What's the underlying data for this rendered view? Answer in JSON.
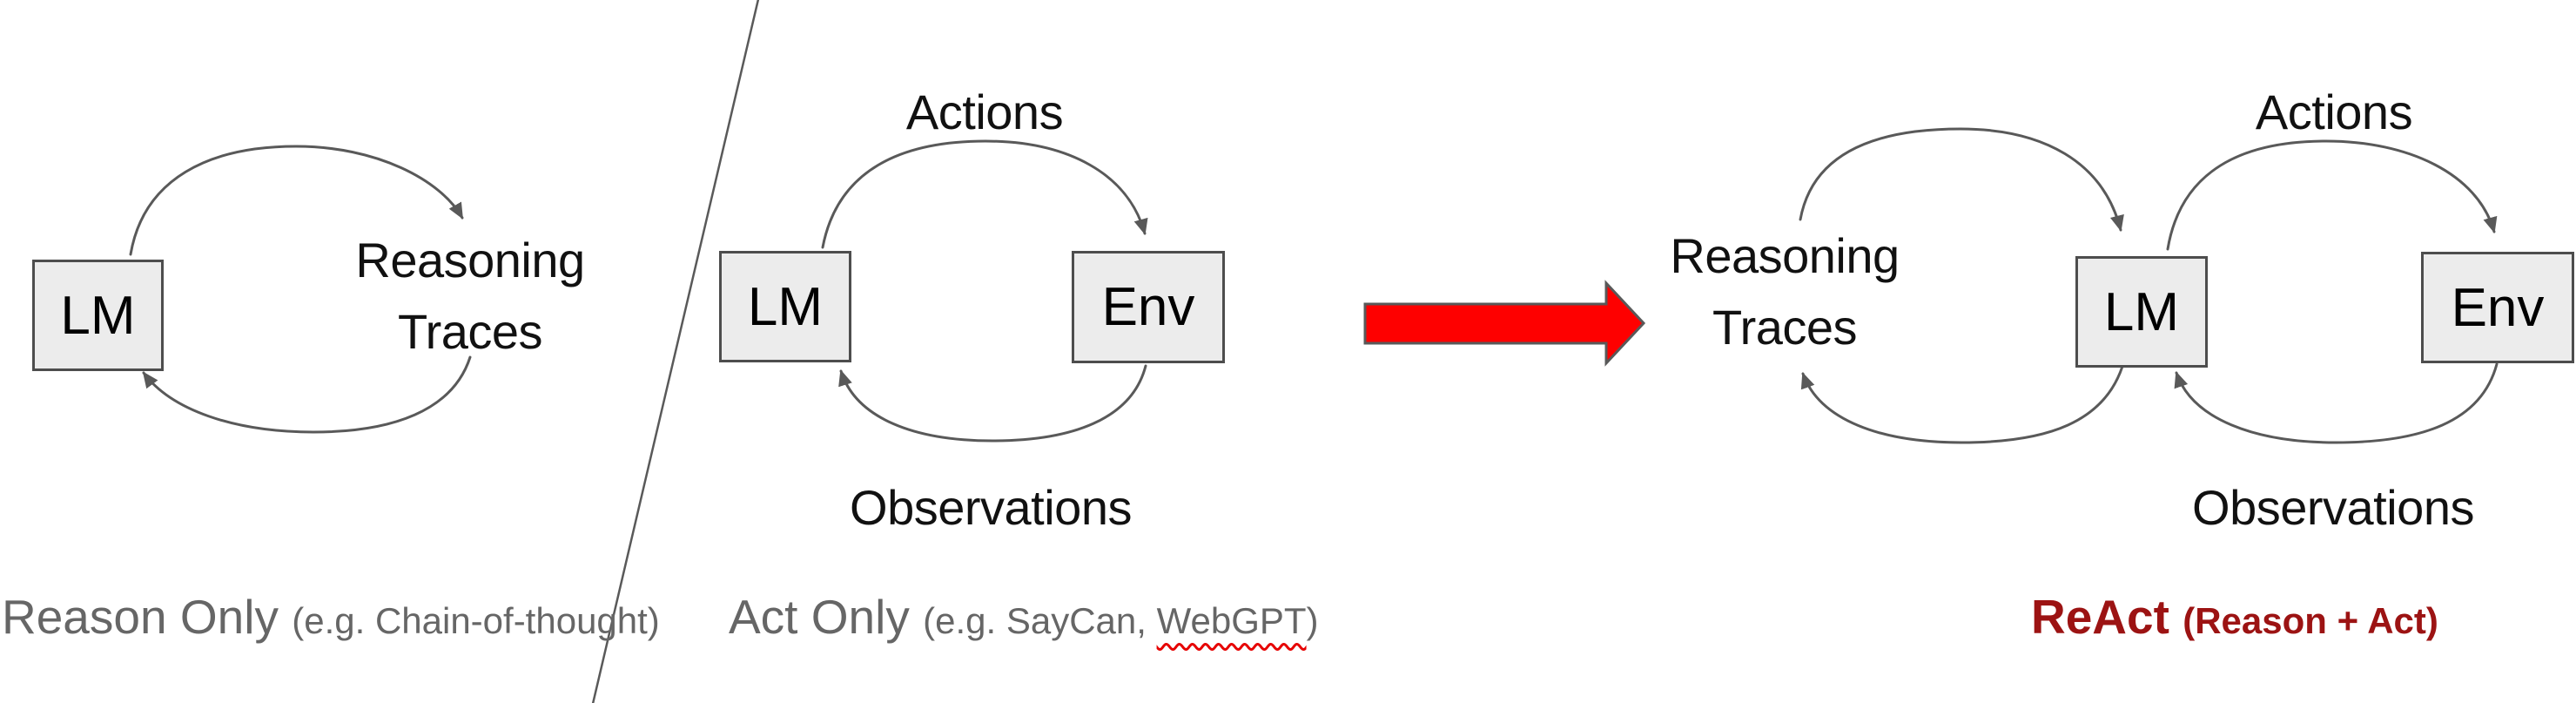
{
  "panels": {
    "reason_only": {
      "lm_label": "LM",
      "loop_line1": "Reasoning",
      "loop_line2": "Traces",
      "caption": "Reason Only",
      "caption_note": "(e.g. Chain-of-thought)"
    },
    "act_only": {
      "lm_label": "LM",
      "env_label": "Env",
      "top_label": "Actions",
      "bottom_label": "Observations",
      "caption": "Act Only",
      "caption_note_prefix": "(e.g. SayCan, ",
      "caption_note_word": "WebGPT",
      "caption_note_suffix": ")"
    },
    "react": {
      "loop_line1": "Reasoning",
      "loop_line2": "Traces",
      "lm_label": "LM",
      "env_label": "Env",
      "top_label": "Actions",
      "bottom_label": "Observations",
      "caption": "ReAct",
      "caption_note": "(Reason + Act)"
    }
  },
  "colors": {
    "arrow_red": "#fe0000",
    "react_caption_red": "#9c1313",
    "caption_gray": "#666666",
    "box_fill": "#ececec",
    "box_border": "#4d4d4d",
    "line_gray": "#595959",
    "squiggle_red": "#e60000"
  }
}
